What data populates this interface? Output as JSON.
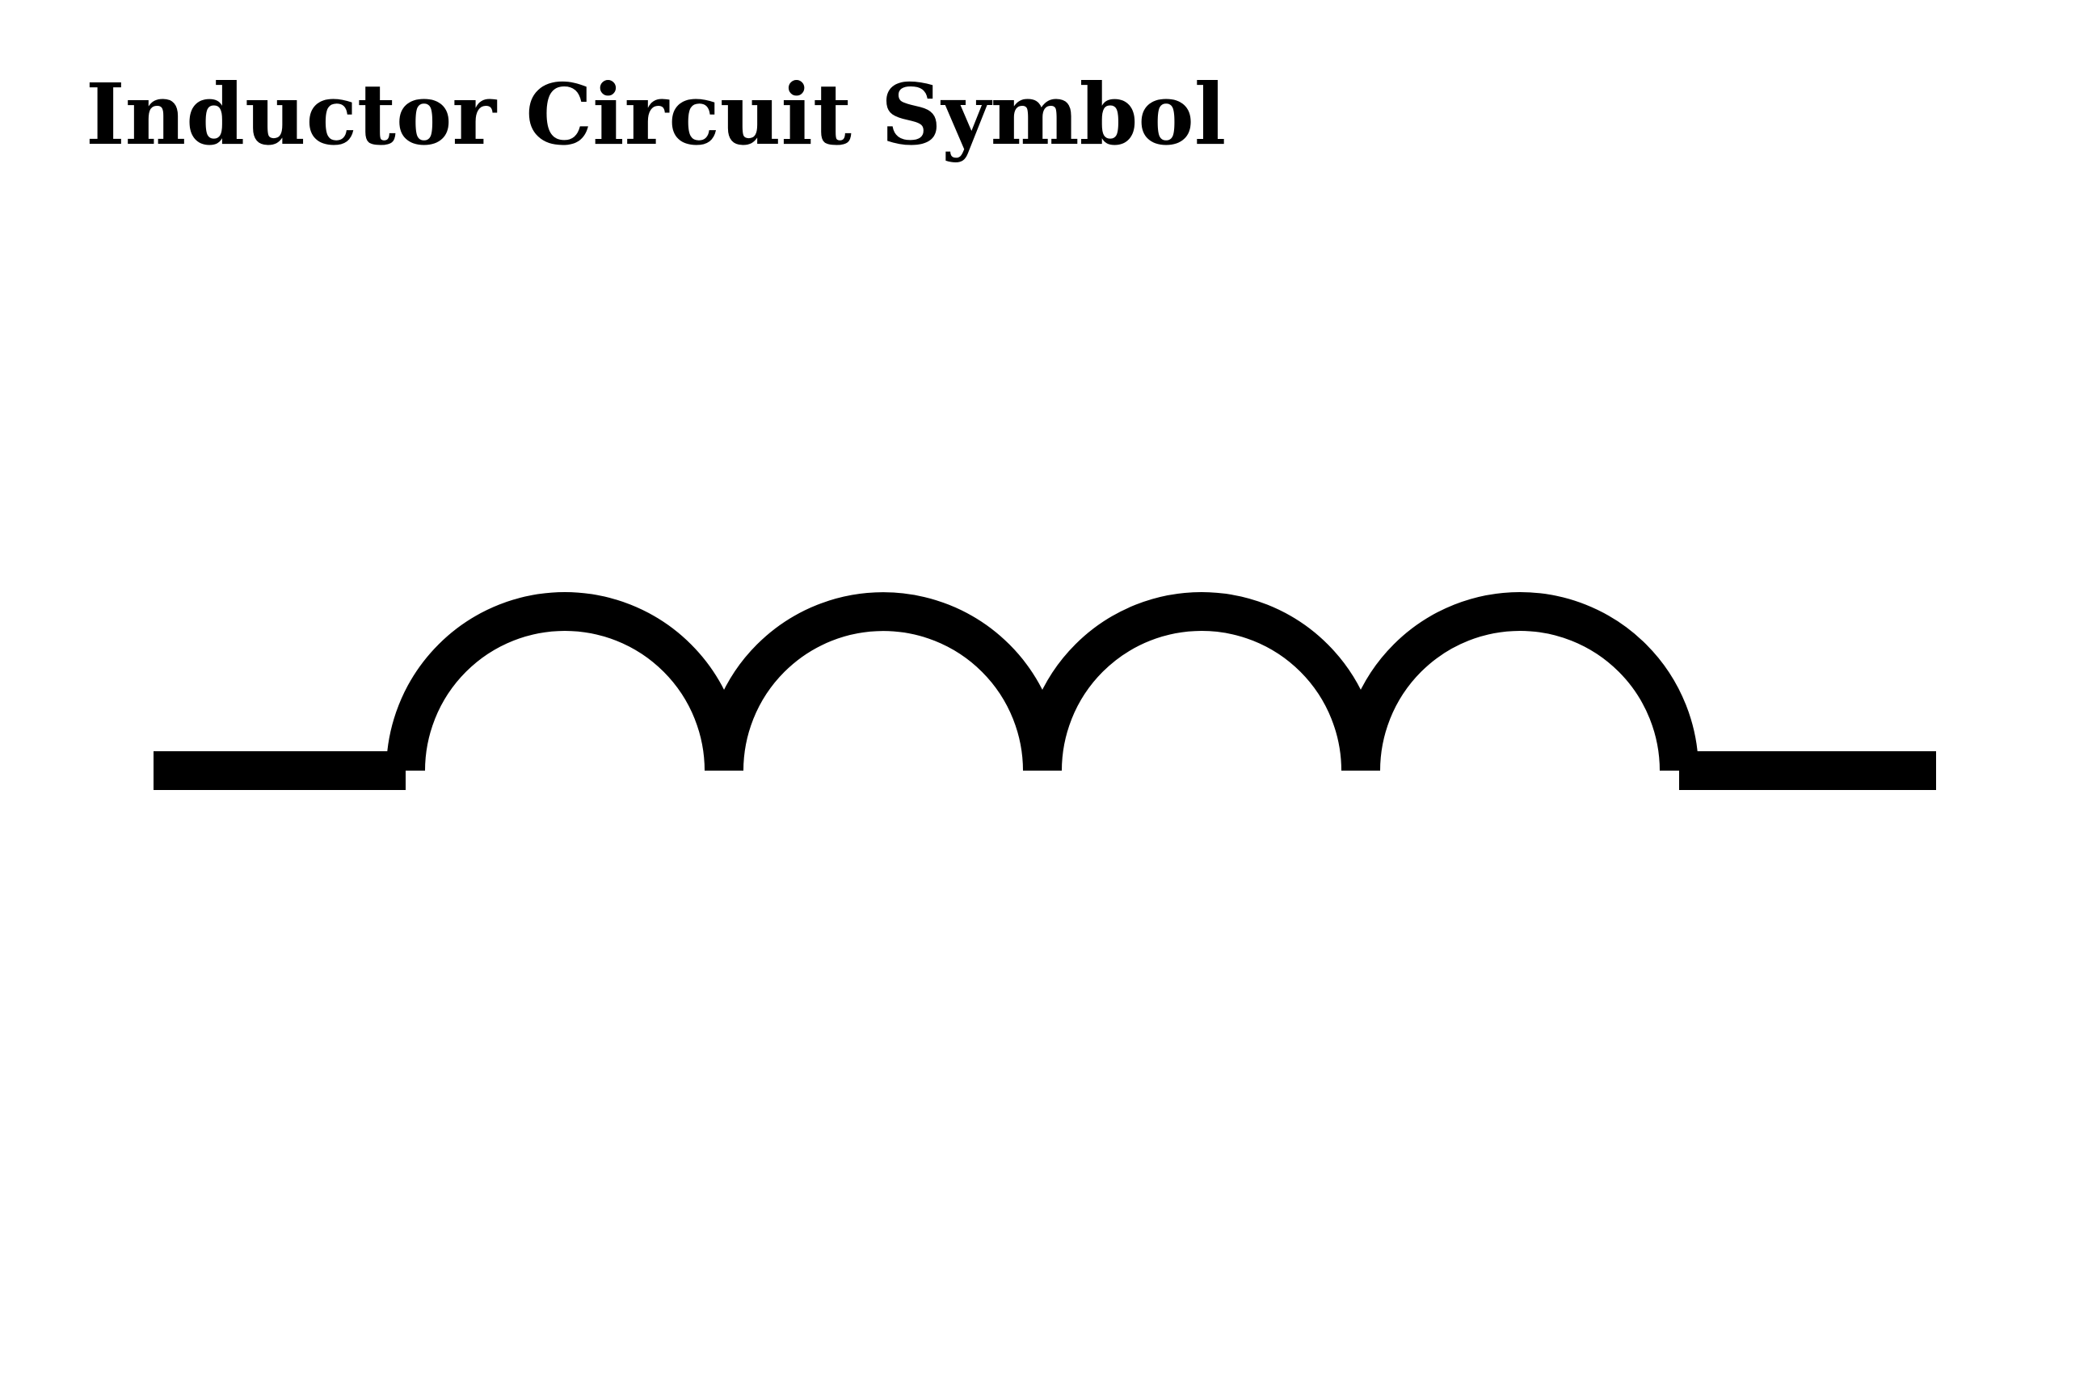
{
  "title": "Inductor Circuit Symbol",
  "diagram": {
    "component": "inductor",
    "coil_loops": 4,
    "stroke_color": "#000000",
    "background_color": "#ffffff"
  }
}
